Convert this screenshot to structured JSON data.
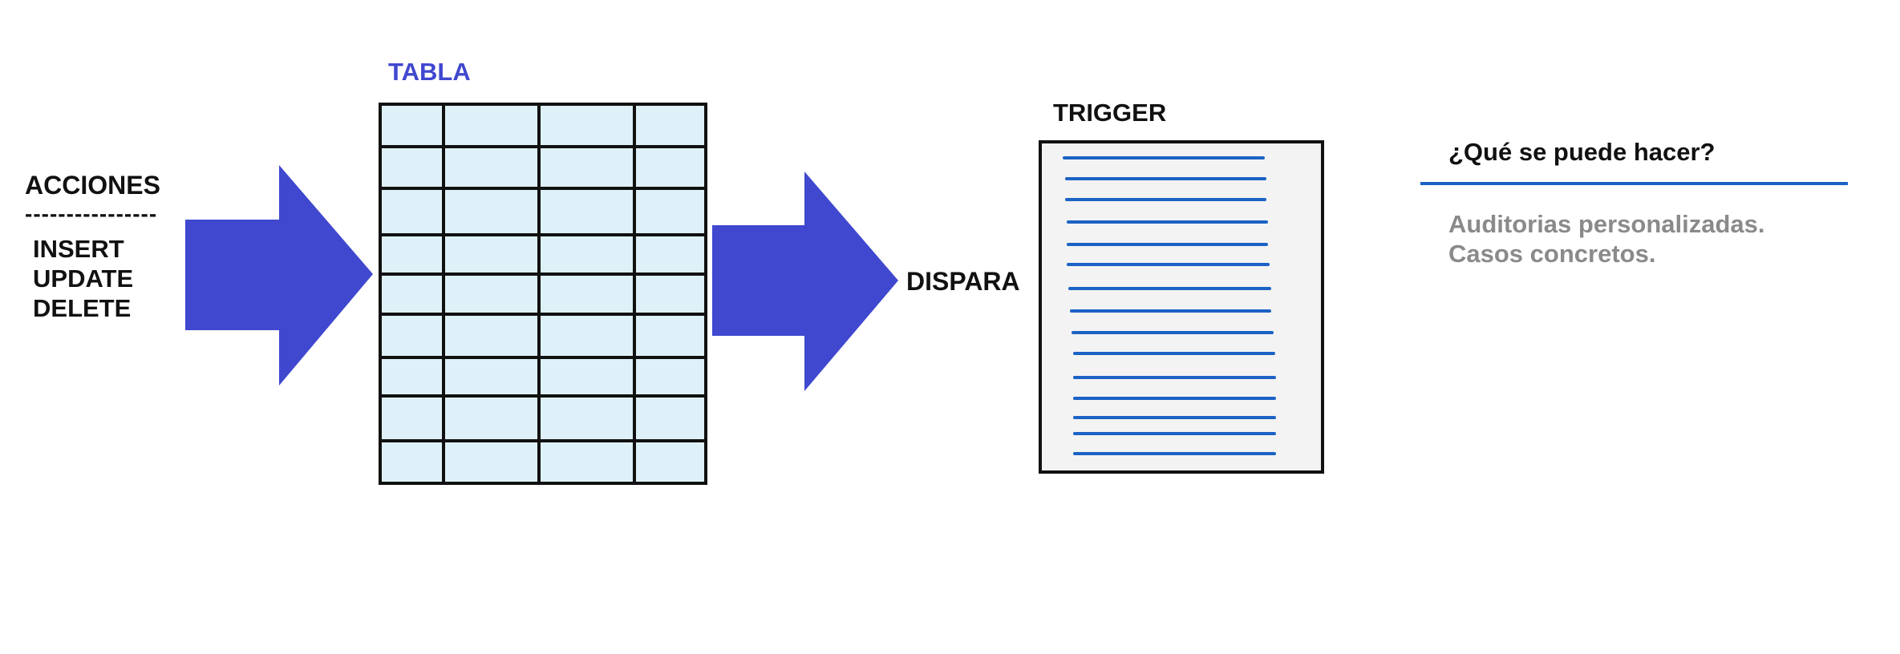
{
  "left": {
    "title": "ACCIONES",
    "divider": "----------------",
    "actions": [
      "INSERT",
      "UPDATE",
      "DELETE"
    ]
  },
  "table": {
    "title": "TABLA",
    "rows": 9,
    "columns": 4
  },
  "trigger": {
    "title": "TRIGGER",
    "action_label": "DISPARA",
    "text_lines": 15
  },
  "info": {
    "question": "¿Qué se puede hacer?",
    "answers": [
      "Auditorias personalizadas.",
      "Casos concretos."
    ]
  },
  "colors": {
    "arrow": "#4048cf",
    "table_fill": "#dff1f8",
    "document_fill": "#f3f3f3",
    "document_lines": "#1b62c4",
    "title_blue": "#4048cf",
    "answer_gray": "#8a8a8a"
  }
}
